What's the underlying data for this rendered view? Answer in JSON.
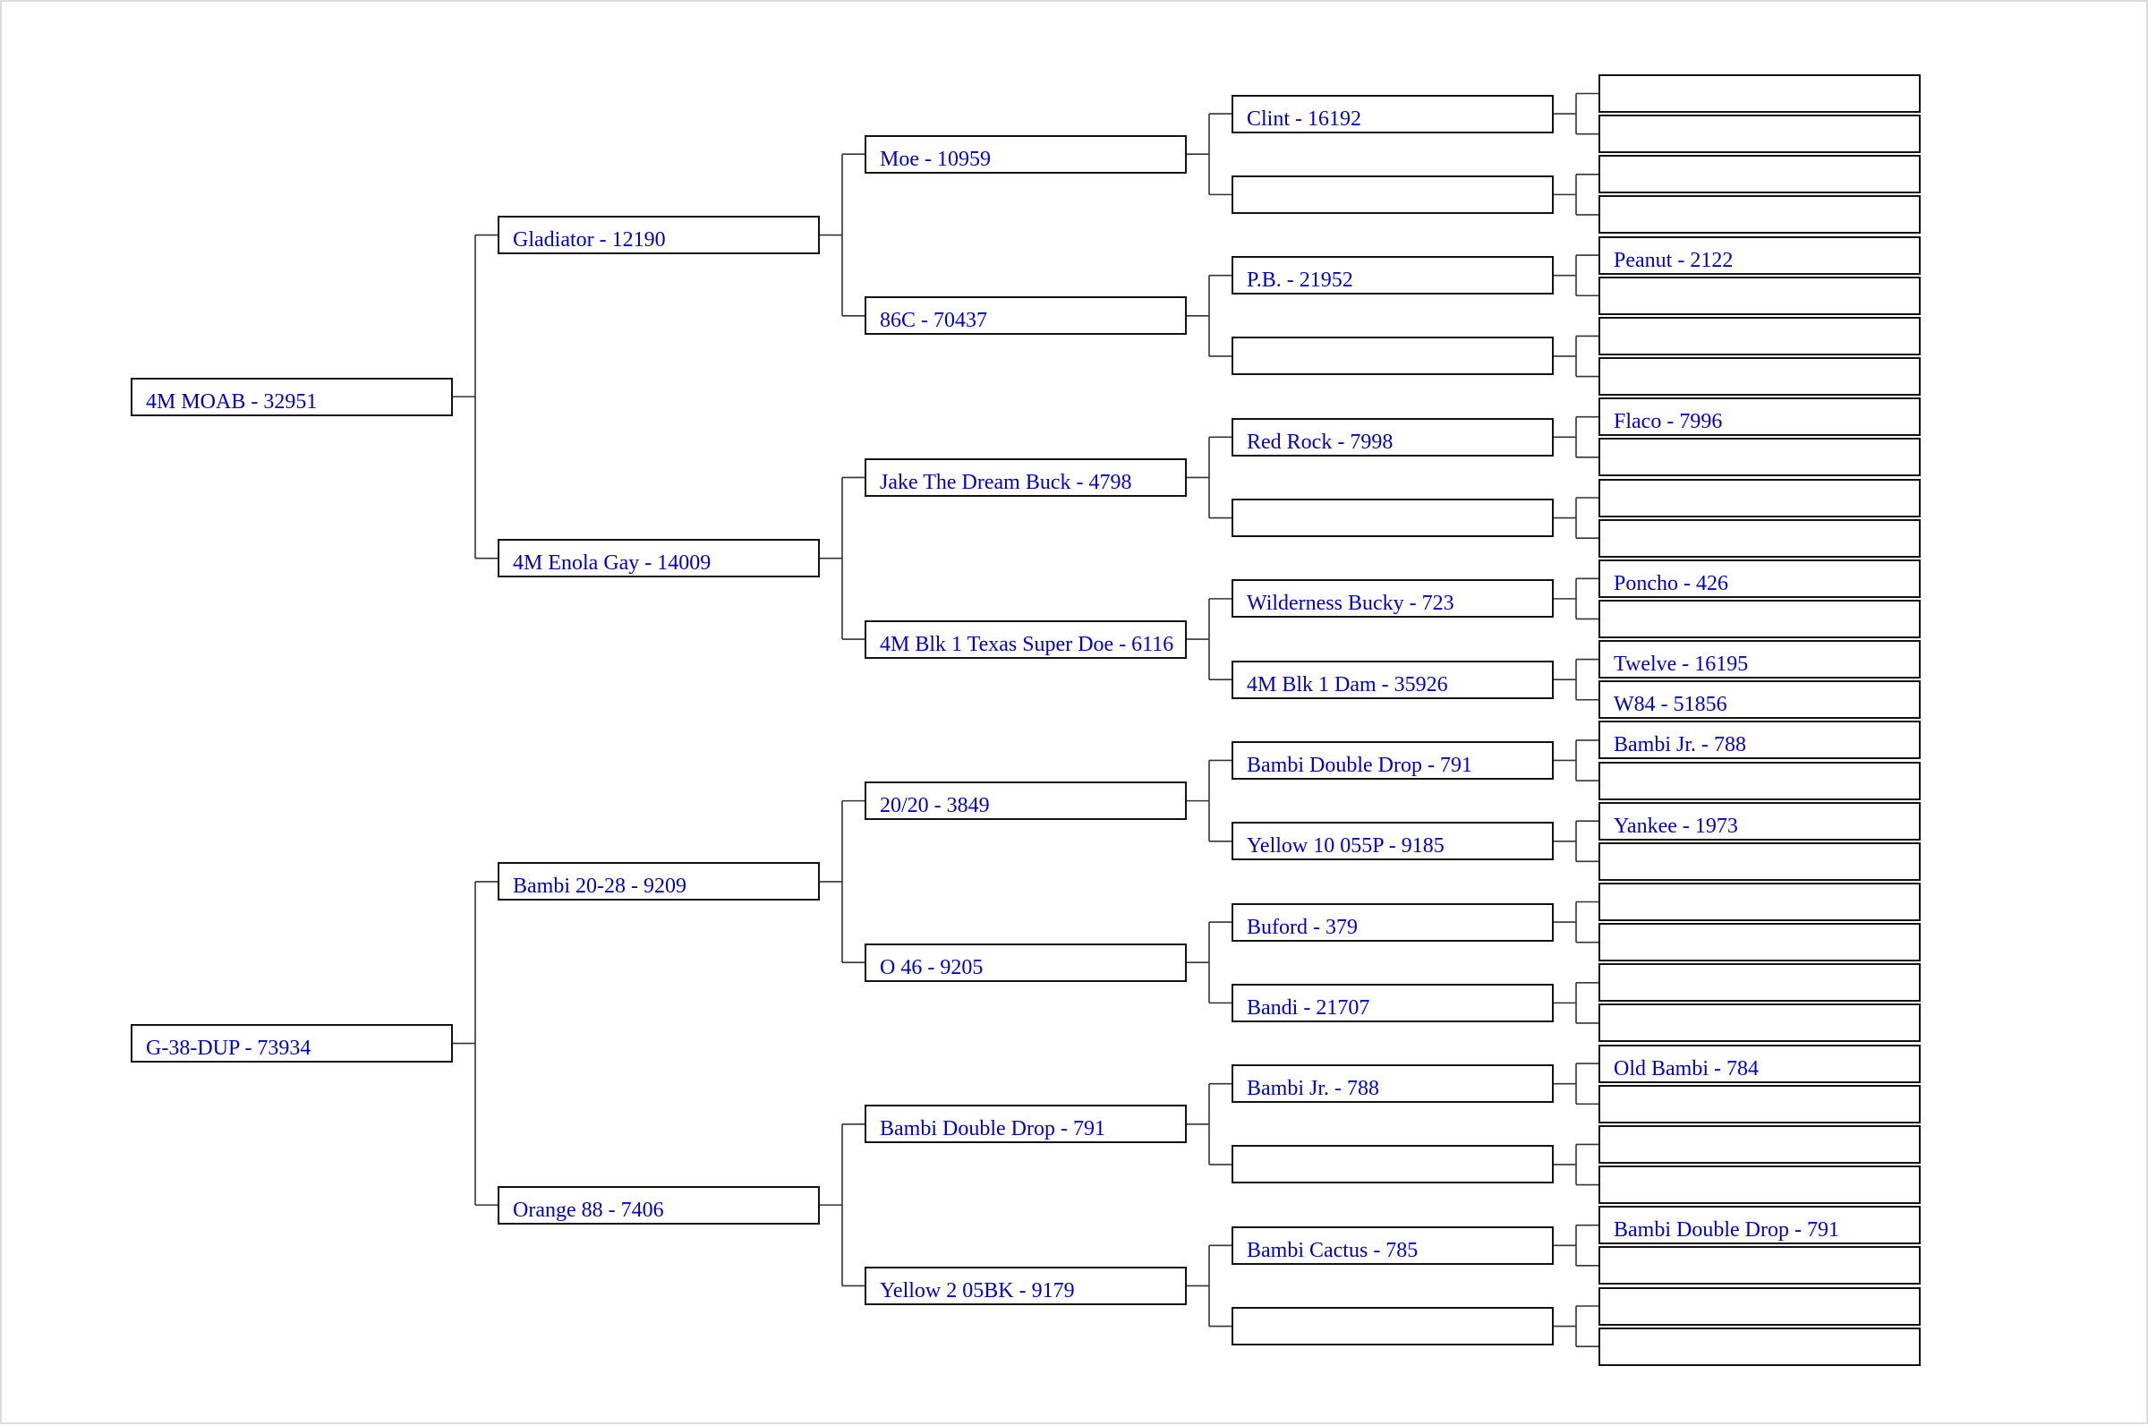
{
  "pedigree": {
    "gen1": [
      "4M MOAB - 32951",
      "G-38-DUP - 73934"
    ],
    "gen2": [
      "Gladiator - 12190",
      "4M Enola Gay - 14009",
      "Bambi 20-28 - 9209",
      "Orange 88 - 7406"
    ],
    "gen3": [
      "Moe - 10959",
      "86C - 70437",
      "Jake The Dream Buck - 4798",
      "4M Blk 1 Texas Super Doe - 6116",
      "20/20 - 3849",
      "O 46 - 9205",
      "Bambi Double Drop - 791",
      "Yellow 2 05BK - 9179"
    ],
    "gen4": [
      "Clint - 16192",
      "",
      "P.B. - 21952",
      "",
      "Red Rock - 7998",
      "",
      "Wilderness Bucky - 723",
      "4M Blk 1 Dam - 35926",
      "Bambi Double Drop - 791",
      "Yellow 10 055P - 9185",
      "Buford - 379",
      "Bandi - 21707",
      "Bambi Jr. - 788",
      "",
      "Bambi Cactus - 785",
      ""
    ],
    "gen5": [
      "",
      "",
      "",
      "",
      "Peanut - 2122",
      "",
      "",
      "",
      "Flaco - 7996",
      "",
      "",
      "",
      "Poncho - 426",
      "",
      "Twelve - 16195",
      "W84 - 51856",
      "Bambi Jr. - 788",
      "",
      "Yankee - 1973",
      "",
      "",
      "",
      "",
      "",
      "Old Bambi - 784",
      "",
      "",
      "",
      "Bambi Double Drop - 791",
      "",
      "",
      ""
    ]
  },
  "colors": {
    "text": "#0000cc",
    "border": "#111111",
    "line": "#333333",
    "frame": "#dcdcdc"
  }
}
